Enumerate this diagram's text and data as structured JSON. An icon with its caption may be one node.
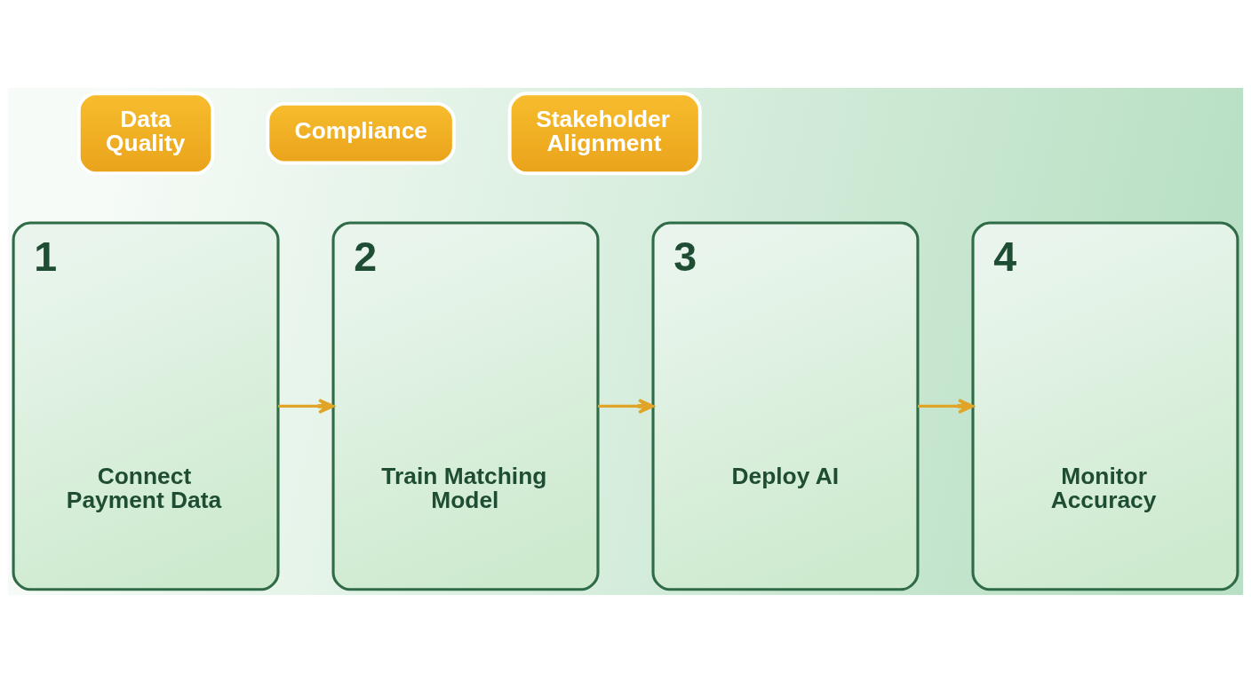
{
  "diagram": {
    "nodes": [
      {
        "text": [
          "Data Quality"
        ]
      },
      {
        "text": [
          "Compliance"
        ]
      },
      {
        "text": [
          "Stakeholder Alignment"
        ]
      },
      {
        "text": [
          "1",
          "Connect Payment Data"
        ]
      },
      {
        "text": [
          "2",
          "Train Matching Model"
        ]
      },
      {
        "text": [
          "3",
          "Deploy AI"
        ]
      },
      {
        "text": [
          "4",
          "Monitor Accuracy"
        ]
      }
    ],
    "edges": [
      {
        "from": 3,
        "to": 4,
        "arrow": "to"
      },
      {
        "from": 4,
        "to": 5,
        "arrow": "to"
      },
      {
        "from": 5,
        "to": 6,
        "arrow": "to"
      }
    ]
  }
}
